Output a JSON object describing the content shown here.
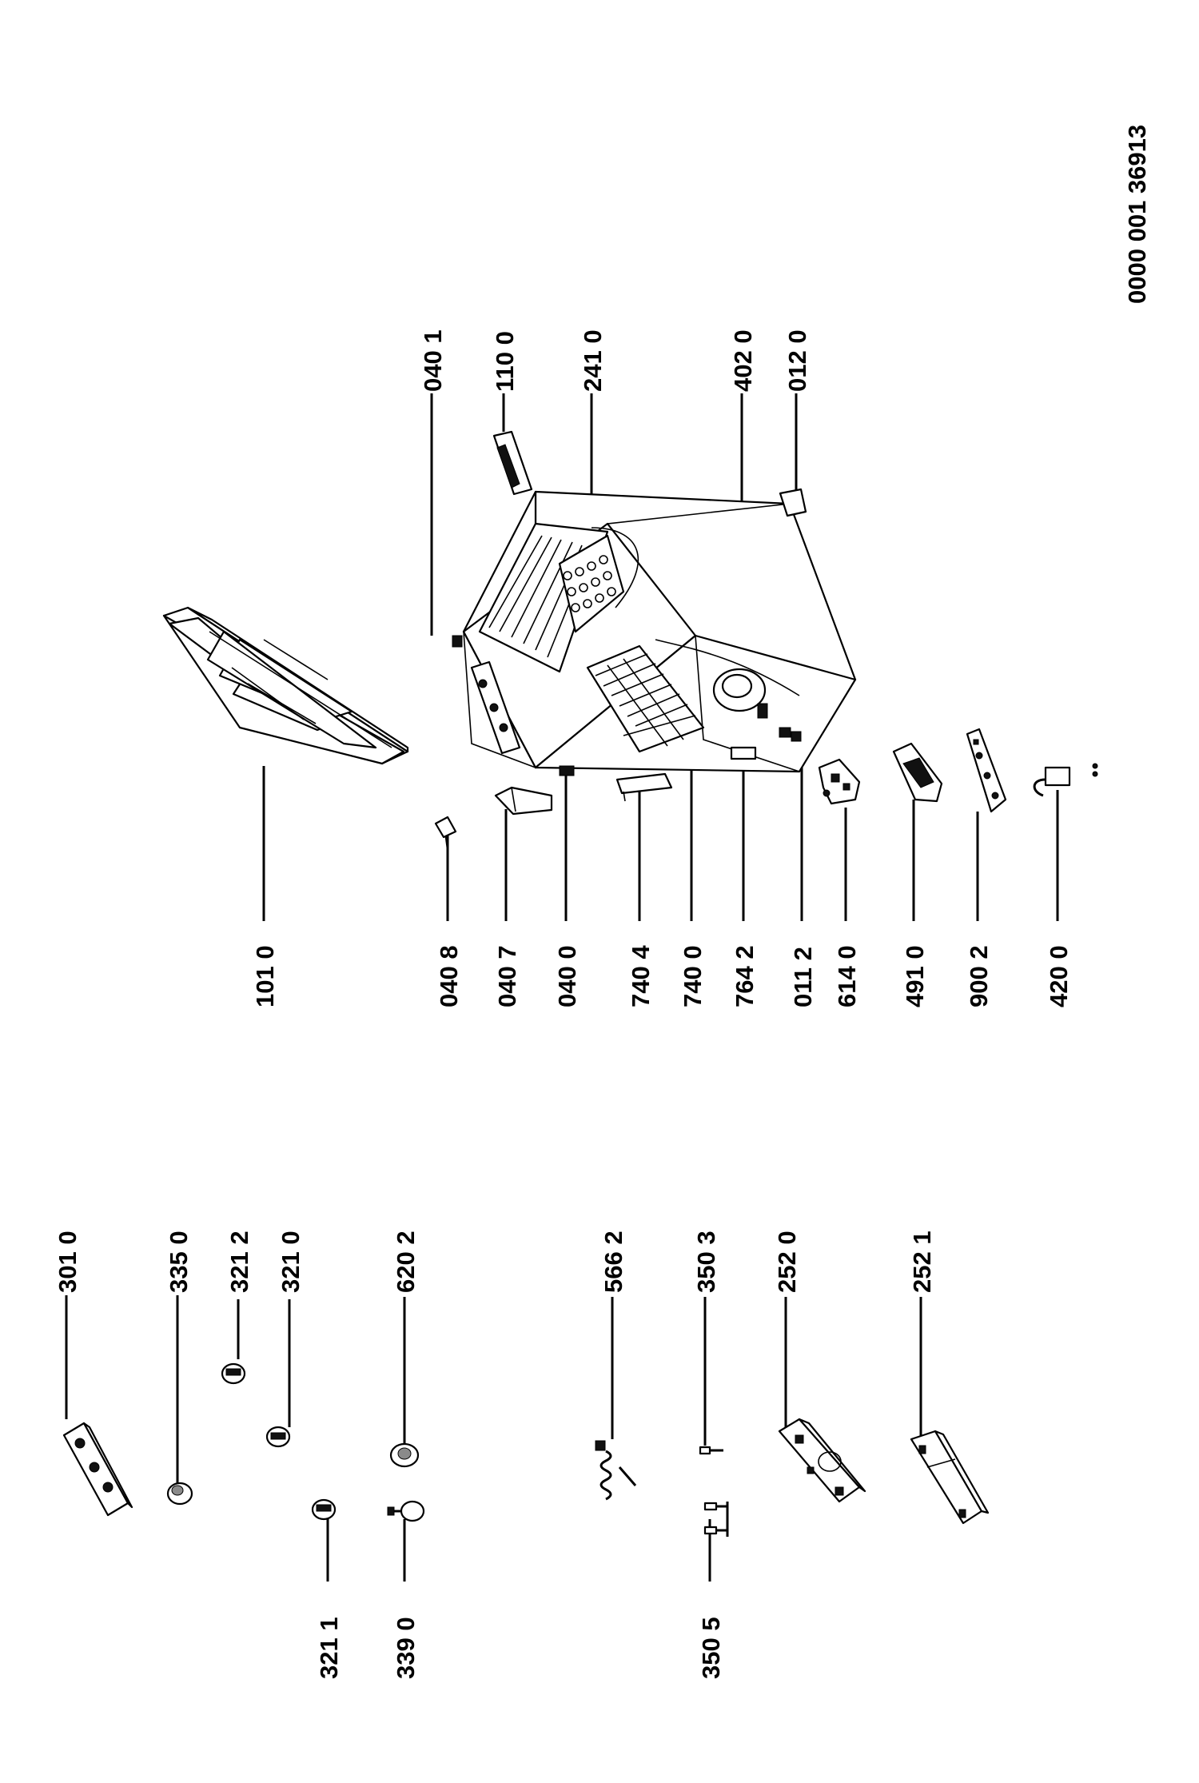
{
  "document_code": "0000 001 36913",
  "labels": {
    "p1010": "101 0",
    "p0408": "040 8",
    "p0407": "040 7",
    "p0400": "040 0",
    "p7404": "740 4",
    "p7400": "740 0",
    "p7642": "764 2",
    "p0112": "011 2",
    "p6140": "614 0",
    "p4910": "491 0",
    "p9002": "900 2",
    "p4200": "420 0",
    "p0401": "040 1",
    "p1100": "110 0",
    "p2410": "241 0",
    "p4020": "402 0",
    "p0120": "012 0",
    "p3010": "301 0",
    "p3350": "335 0",
    "p3212": "321 2",
    "p3210": "321 0",
    "p6202": "620 2",
    "p3211": "321 1",
    "p3390": "339 0",
    "p5662": "566 2",
    "p3503": "350 3",
    "p2520": "252 0",
    "p2521": "252 1",
    "p3505": "350 5"
  }
}
